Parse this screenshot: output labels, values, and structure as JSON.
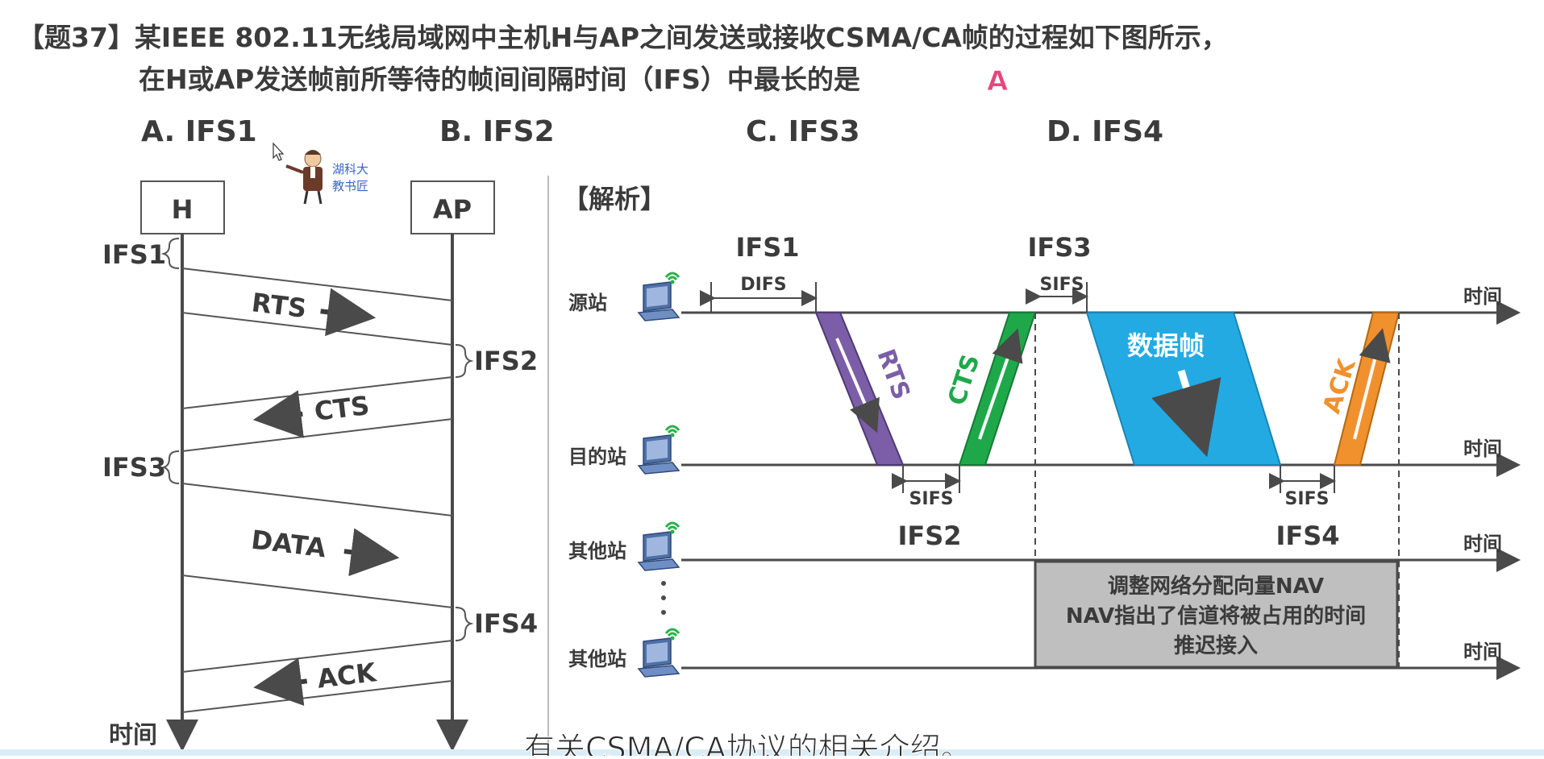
{
  "question": {
    "line1": "【题37】某IEEE 802.11无线局域网中主机H与AP之间发送或接收CSMA/CA帧的过程如下图所示，",
    "line2": "在H或AP发送帧前所等待的帧间间隔时间（IFS）中最长的是",
    "answer": "A",
    "options": [
      "A. IFS1",
      "B. IFS2",
      "C. IFS3",
      "D. IFS4"
    ]
  },
  "watermark": {
    "line1": "湖科大",
    "line2": "教书匠"
  },
  "left_diagram": {
    "host": "H",
    "ap": "AP",
    "ifs_labels": [
      "IFS1",
      "IFS2",
      "IFS3",
      "IFS4"
    ],
    "frames": [
      "RTS",
      "CTS",
      "DATA",
      "ACK"
    ],
    "time_label": "时间"
  },
  "right_diagram": {
    "title": "【解析】",
    "stations": [
      "源站",
      "目的站",
      "其他站",
      "其他站"
    ],
    "time_label": "时间",
    "ifs_labels": [
      "IFS1",
      "IFS3",
      "IFS2",
      "IFS4"
    ],
    "gap_labels": {
      "difs": "DIFS",
      "sifs": "SIFS"
    },
    "frames": {
      "rts": "RTS",
      "cts": "CTS",
      "data": "数据帧",
      "ack": "ACK"
    },
    "nav_box": [
      "调整网络分配向量NAV",
      "NAV指出了信道将被占用的时间",
      "推迟接入"
    ],
    "colors": {
      "rts": "#7b5ea7",
      "cts": "#1fa84a",
      "data": "#23aae3",
      "ack": "#f0912d",
      "nav": "#bfbfbf",
      "wifi": "#27b24a"
    }
  },
  "subtitle": "有关CSMA/CA协议的相关介绍。"
}
